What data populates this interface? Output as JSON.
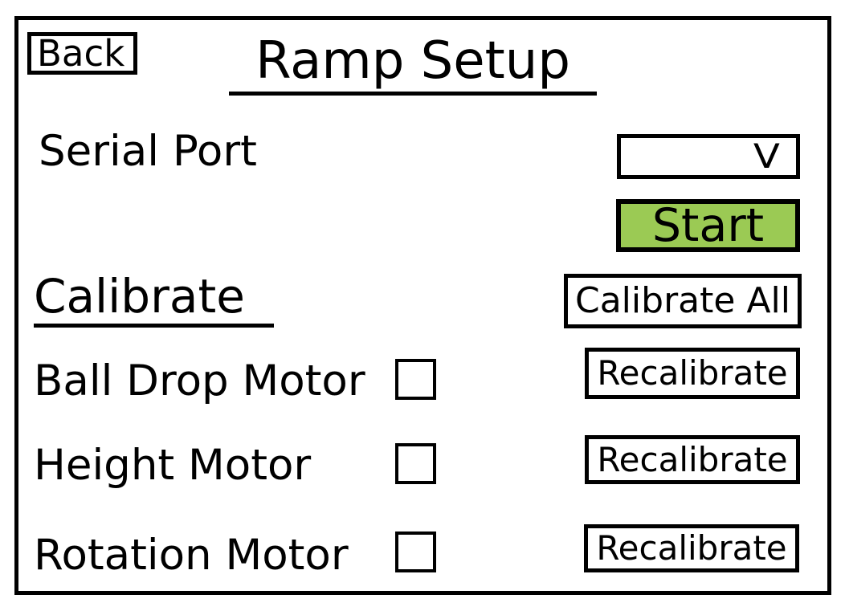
{
  "header": {
    "back_label": "Back",
    "title": "Ramp Setup"
  },
  "serial": {
    "label": "Serial Port",
    "dropdown_value": "",
    "chevron_icon": "V",
    "start_label": "Start",
    "start_color": "#9BCA54"
  },
  "calibrate": {
    "heading": "Calibrate",
    "calibrate_all_label": "Calibrate All",
    "motors": [
      {
        "label": "Ball Drop Motor",
        "checked": false,
        "button_label": "Recalibrate"
      },
      {
        "label": "Height Motor",
        "checked": false,
        "button_label": "Recalibrate"
      },
      {
        "label": "Rotation Motor",
        "checked": false,
        "button_label": "Recalibrate"
      }
    ]
  }
}
